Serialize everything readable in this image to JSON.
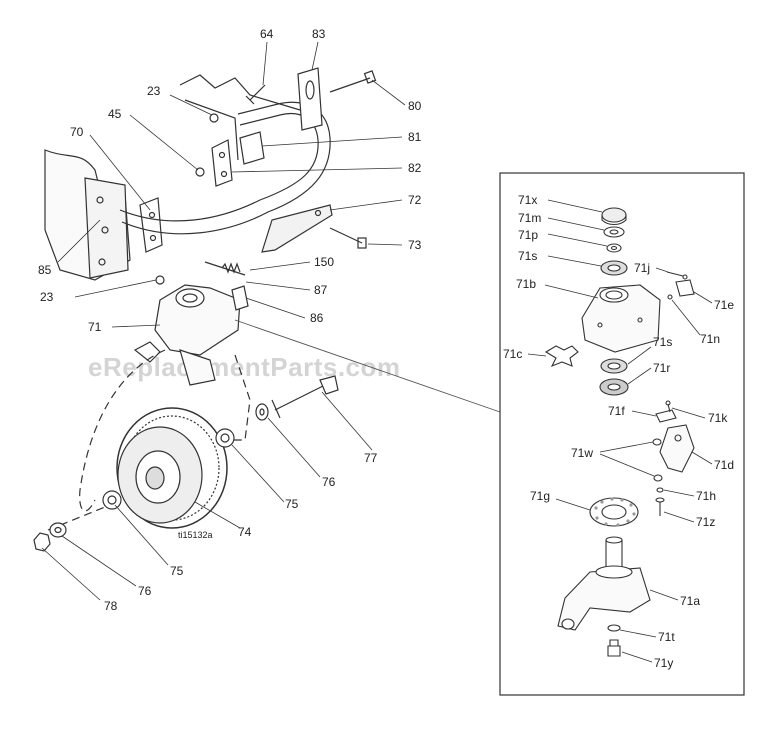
{
  "watermark": "eReplacementParts.com",
  "figure_id": "ti15132a",
  "callouts": {
    "c64": "64",
    "c83": "83",
    "c23a": "23",
    "c80": "80",
    "c45": "45",
    "c70": "70",
    "c81": "81",
    "c82": "82",
    "c72": "72",
    "c73": "73",
    "c85": "85",
    "c150": "150",
    "c23b": "23",
    "c87": "87",
    "c86": "86",
    "c71": "71",
    "c77": "77",
    "c76a": "76",
    "c75a": "75",
    "c74": "74",
    "c75b": "75",
    "c76b": "76",
    "c78": "78"
  },
  "inset": {
    "i71x": "71x",
    "i71m": "71m",
    "i71p": "71p",
    "i71s_top": "71s",
    "i71j": "71j",
    "i71b": "71b",
    "i71e": "71e",
    "i71n": "71n",
    "i71c": "71c",
    "i71s_bot": "71s",
    "i71r": "71r",
    "i71f": "71f",
    "i71k": "71k",
    "i71w": "71w",
    "i71d": "71d",
    "i71h": "71h",
    "i71g": "71g",
    "i71z": "71z",
    "i71a": "71a",
    "i71t": "71t",
    "i71y": "71y"
  }
}
